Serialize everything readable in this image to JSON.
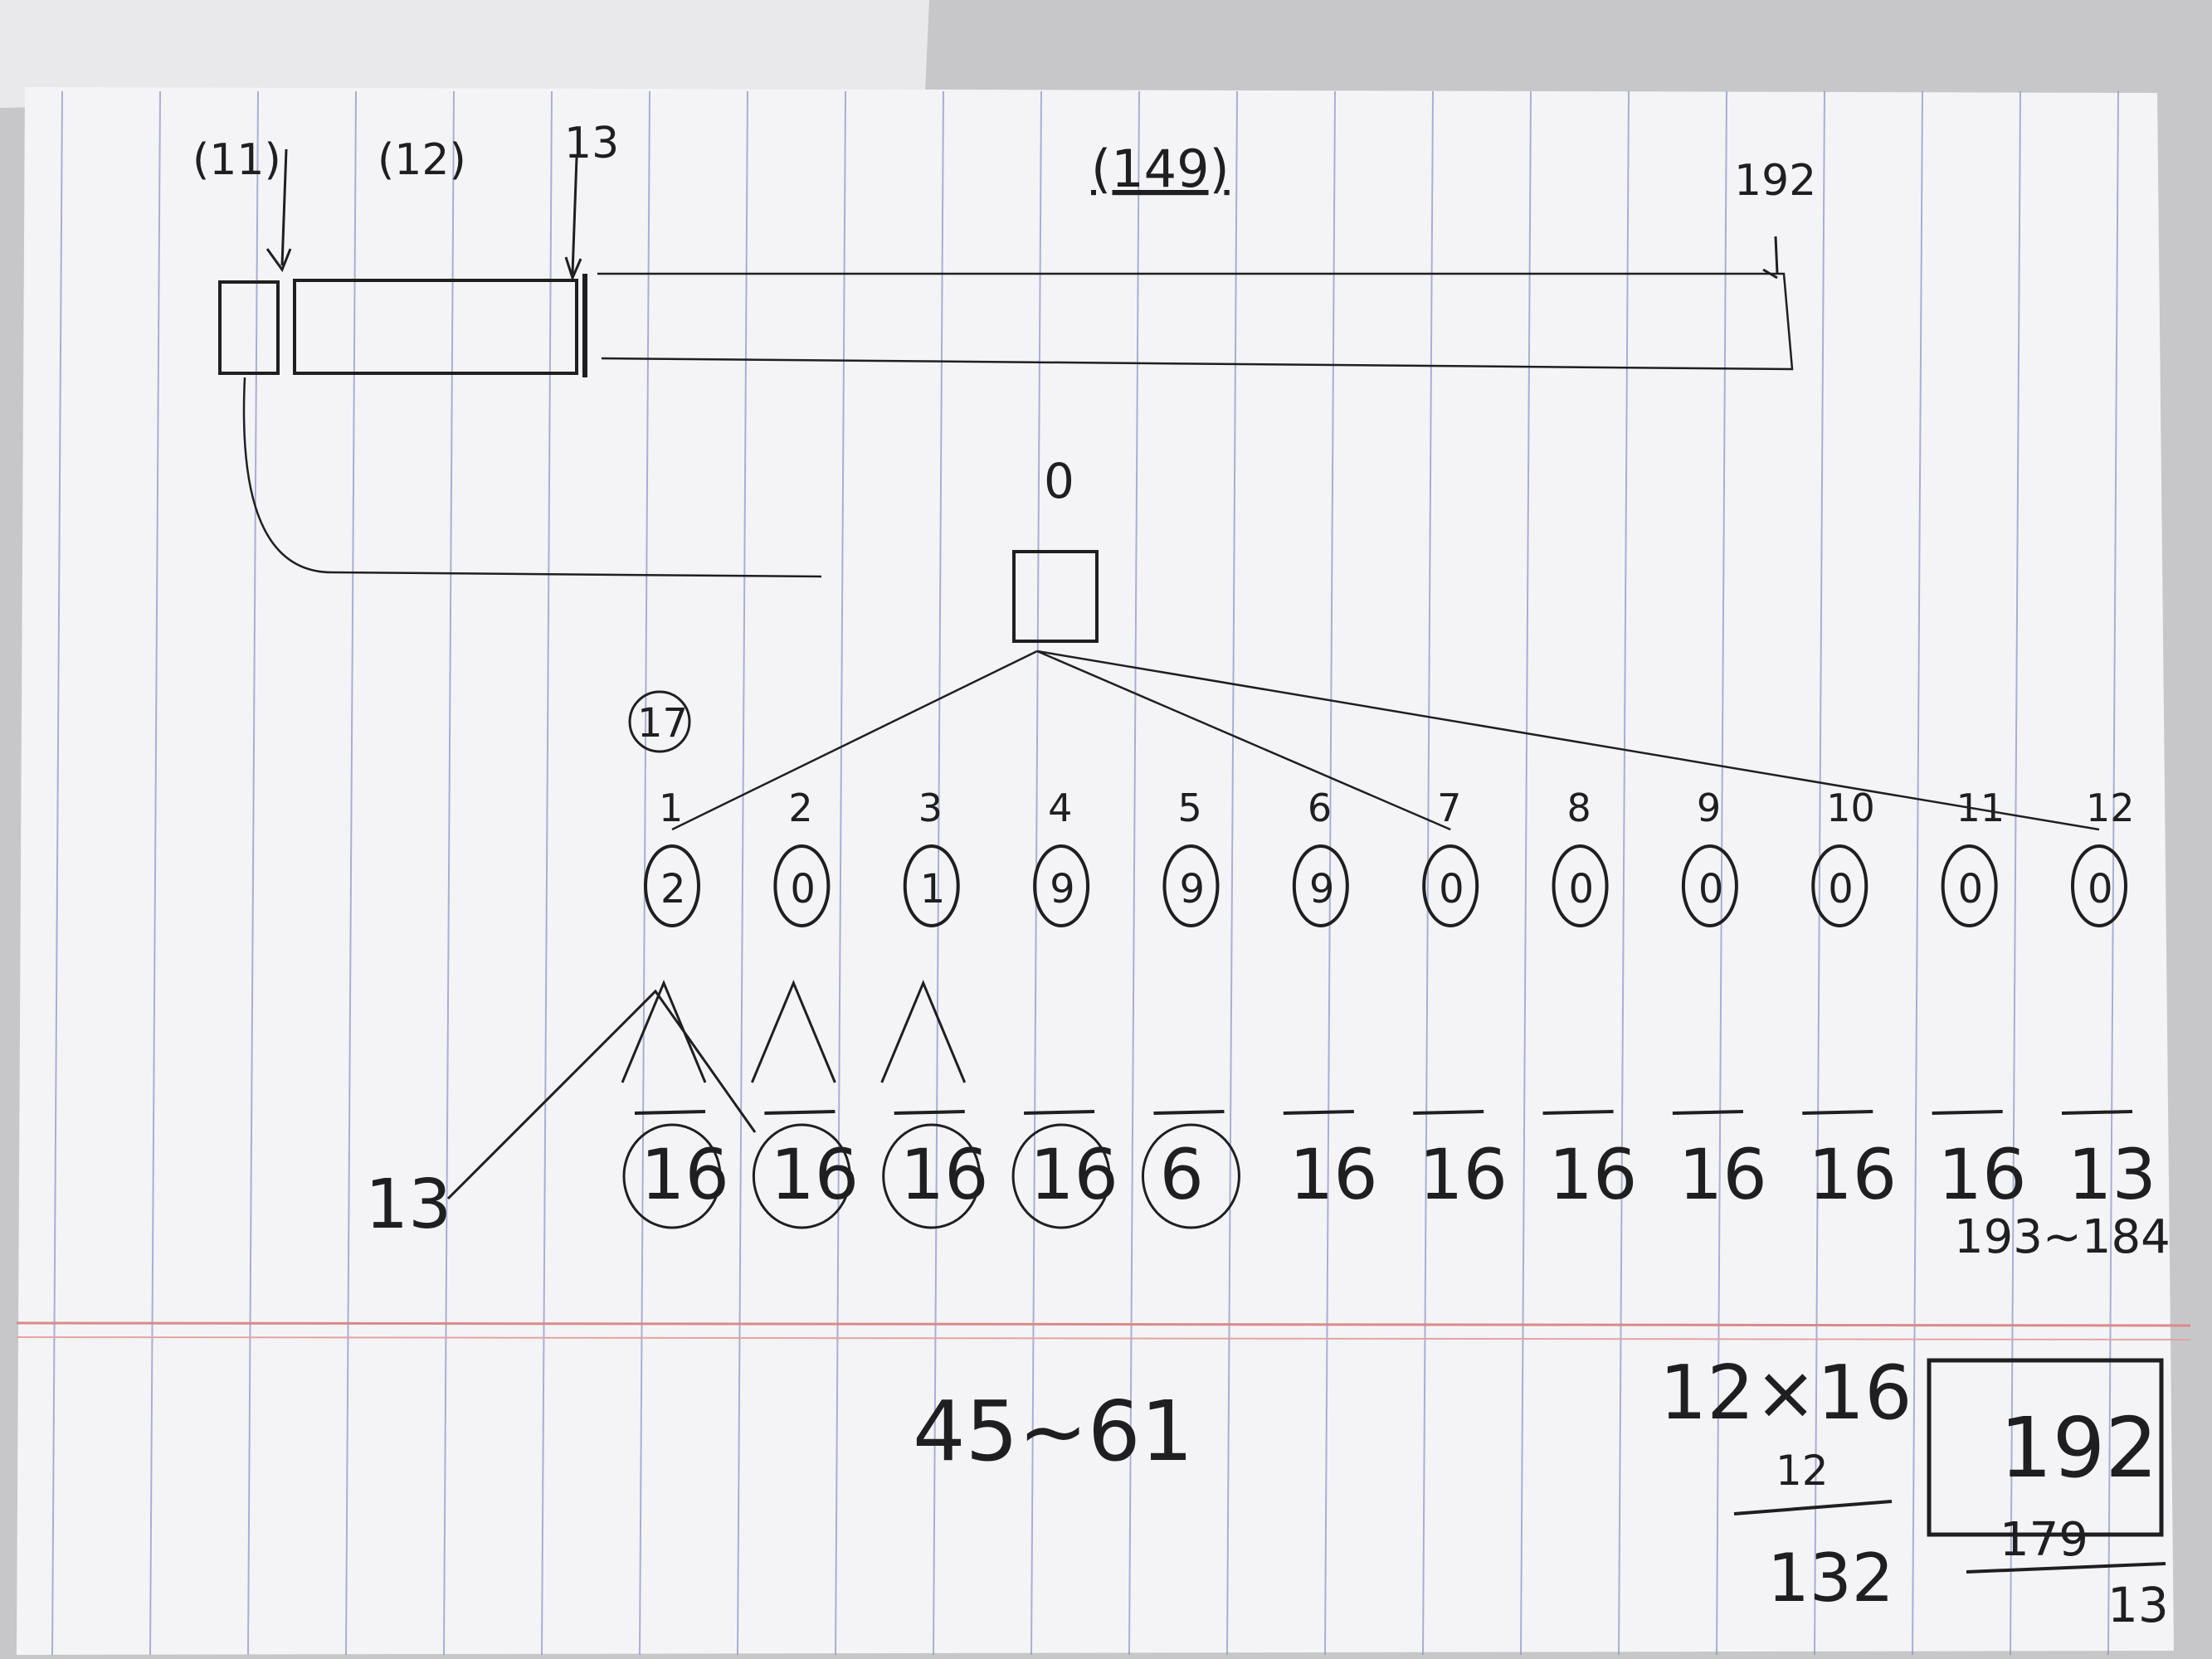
{
  "ink_color": "#1f1f22",
  "paper_color": "#f4f4f6",
  "rule_color": "#8f8fc8",
  "margin_color": "#d98a8a",
  "top_bar": {
    "labels": [
      "(11)",
      "(12)",
      "13",
      "(149)",
      "192"
    ]
  },
  "root": {
    "label": "0"
  },
  "tree_note": "17",
  "children": [
    {
      "index": "1",
      "node": "2",
      "leaf": "16",
      "circled": true
    },
    {
      "index": "2",
      "node": "0",
      "leaf": "16",
      "circled": true
    },
    {
      "index": "3",
      "node": "1",
      "leaf": "16",
      "circled": true
    },
    {
      "index": "4",
      "node": "9",
      "leaf": "16",
      "circled": true
    },
    {
      "index": "5",
      "node": "9",
      "leaf": "6",
      "circled": true
    },
    {
      "index": "6",
      "node": "9",
      "leaf": "16",
      "circled": false
    },
    {
      "index": "7",
      "node": "0",
      "leaf": "16",
      "circled": false
    },
    {
      "index": "8",
      "node": "0",
      "leaf": "16",
      "circled": false
    },
    {
      "index": "9",
      "node": "0",
      "leaf": "16",
      "circled": false
    },
    {
      "index": "10",
      "node": "0",
      "leaf": "16",
      "circled": false
    },
    {
      "index": "11",
      "node": "0",
      "leaf": "16",
      "circled": false
    },
    {
      "index": "12",
      "node": "0",
      "leaf": "13",
      "circled": false
    }
  ],
  "first_branch_label": "13",
  "range_left": "45~61",
  "range_right": "193~184",
  "calc": {
    "expr": "12×16",
    "partial": "12",
    "result": "132",
    "boxed": "192",
    "sub": "179",
    "diff": "13"
  }
}
